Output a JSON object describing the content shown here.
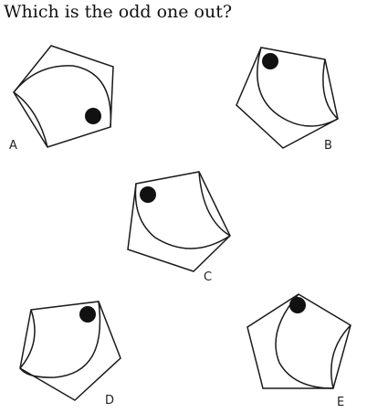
{
  "question": "Which is the odd one out?",
  "options": [
    {
      "id": "A",
      "label": "A",
      "icon": "pentagon-arc-dot-icon"
    },
    {
      "id": "B",
      "label": "B",
      "icon": "pentagon-arc-dot-icon"
    },
    {
      "id": "C",
      "label": "C",
      "icon": "pentagon-arc-dot-icon"
    },
    {
      "id": "D",
      "label": "D",
      "icon": "pentagon-arc-dot-icon"
    },
    {
      "id": "E",
      "label": "E",
      "icon": "pentagon-arc-dot-icon"
    }
  ]
}
